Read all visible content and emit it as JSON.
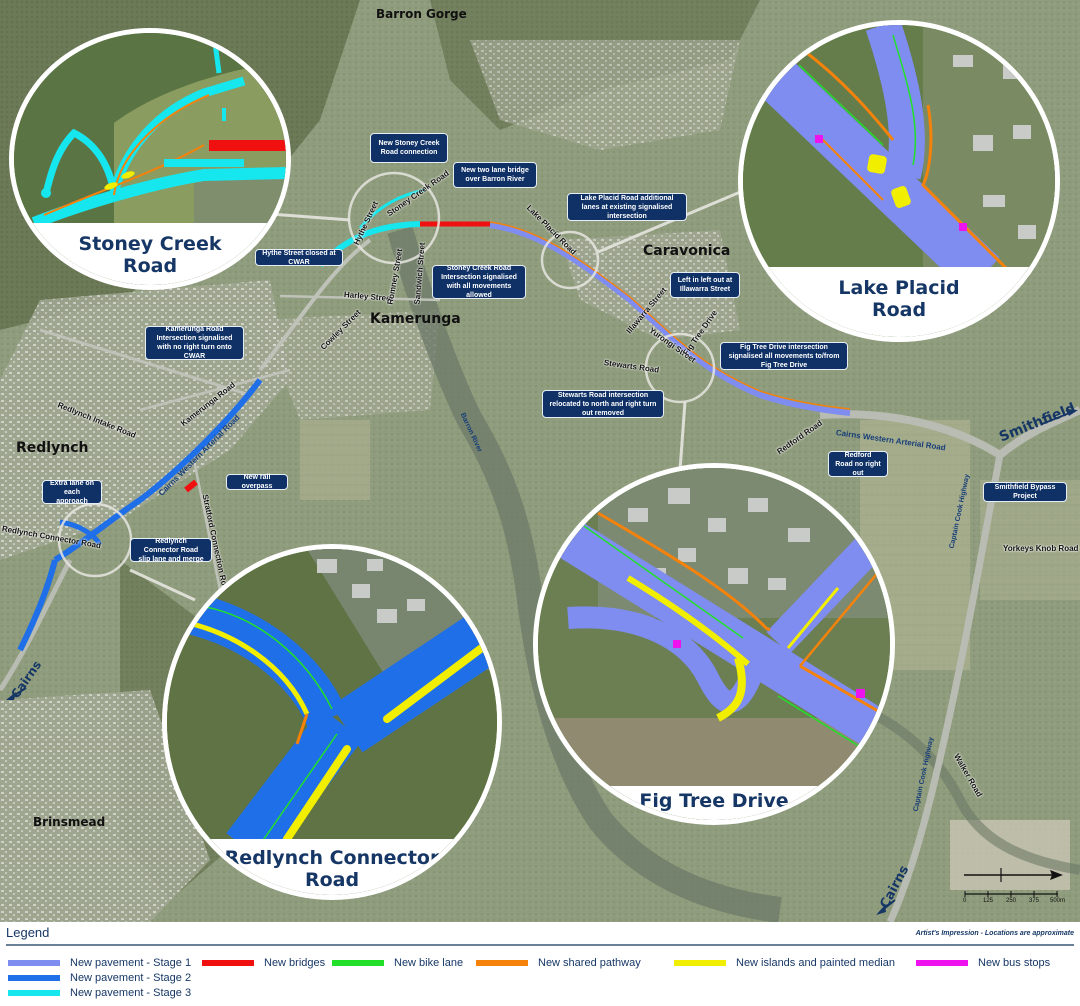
{
  "map": {
    "places": [
      {
        "label": "Barron Gorge"
      },
      {
        "label": "Caravonica"
      },
      {
        "label": "Kamerunga"
      },
      {
        "label": "Redlynch"
      },
      {
        "label": "Brinsmead"
      }
    ],
    "streets": [
      {
        "label": "Hythe Street"
      },
      {
        "label": "Stoney Creek Road"
      },
      {
        "label": "Harley Street"
      },
      {
        "label": "Romney Street"
      },
      {
        "label": "Sandwich Street"
      },
      {
        "label": "Cowley Street"
      },
      {
        "label": "Lake Placid Road"
      },
      {
        "label": "Illawarra Street"
      },
      {
        "label": "Yurongi Street"
      },
      {
        "label": "Fig Tree Drive"
      },
      {
        "label": "Stewarts Road"
      },
      {
        "label": "Redford Road"
      },
      {
        "label": "Kamerunga Road"
      },
      {
        "label": "Redlynch Intake Road"
      },
      {
        "label": "Redlynch Connector Road"
      },
      {
        "label": "Stratford Connection Road"
      },
      {
        "label": "Yorkeys Knob Road"
      },
      {
        "label": "Walker Road"
      }
    ],
    "blue_labels": {
      "cwar_west": "Cairns Western Arterial Road",
      "cwar_east": "Cairns Western Arterial Road",
      "barron_river": "Barron River",
      "captain_cook_1": "Captain Cook Highway",
      "captain_cook_2": "Captain Cook Highway"
    },
    "directions": {
      "smithfield": "Smithfield",
      "cairns_west": "Cairns",
      "cairns_east": "Cairns"
    },
    "callouts": [
      {
        "text": "New Stoney Creek Road connection"
      },
      {
        "text": "New two lane bridge over Barron River"
      },
      {
        "text": "Lake Placid Road additional lanes at existing signalised intersection"
      },
      {
        "text": "Hythe Street closed at CWAR"
      },
      {
        "text": "Stoney Creek Road Intersection signalised with all movements allowed"
      },
      {
        "text": "Left in left out at Illawarra Street"
      },
      {
        "text": "Kamerunga Road Intersection signalised with no right turn onto CWAR"
      },
      {
        "text": "Fig Tree Drive intersection signalised all movements to/from Fig Tree Drive"
      },
      {
        "text": "Stewarts Road intersection relocated to north and right turn out removed"
      },
      {
        "text": "Redford Road no right out"
      },
      {
        "text": "Smithfield Bypass Project"
      },
      {
        "text": "New rail overpass"
      },
      {
        "text": "Extra lane on each approach"
      },
      {
        "text": "Redlynch Connector Road slip lane and merge"
      }
    ],
    "insets": [
      {
        "title_line1": "Stoney Creek",
        "title_line2": "Road"
      },
      {
        "title_line1": "Lake Placid",
        "title_line2": "Road"
      },
      {
        "title_line1": "Fig Tree Drive",
        "title_line2": ""
      },
      {
        "title_line1": "Redlynch Connector",
        "title_line2": "Road"
      }
    ],
    "scale_bar": {
      "ticks": [
        "0",
        "125",
        "250",
        "375",
        "500m"
      ]
    }
  },
  "legend": {
    "title": "Legend",
    "note": "Artist's Impression - Locations are approximate",
    "items": [
      {
        "label": "New pavement - Stage 1",
        "color": "#7f8cf0"
      },
      {
        "label": "New pavement - Stage 2",
        "color": "#1f6fe8"
      },
      {
        "label": "New pavement - Stage 3",
        "color": "#16e6ee"
      },
      {
        "label": "New bridges",
        "color": "#f01010"
      },
      {
        "label": "New bike lane",
        "color": "#22e02a"
      },
      {
        "label": "New shared pathway",
        "color": "#f5820a"
      },
      {
        "label": "New islands and painted median",
        "color": "#f2ee00"
      },
      {
        "label": "New bus stops",
        "color": "#ee12ee"
      }
    ]
  }
}
